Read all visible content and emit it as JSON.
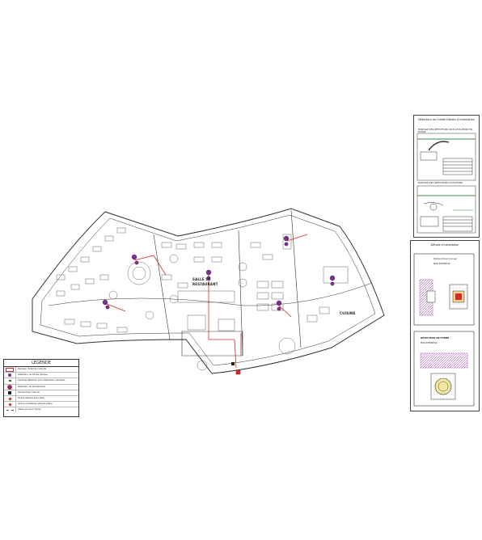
{
  "plan": {
    "room_label_1": "SALLE DE",
    "room_label_2": "RESTAURANT",
    "kitchen_label": "CUISINE"
  },
  "legend": {
    "title": "LEGENDE",
    "items": [
      {
        "icon": "red-rectangle-icon",
        "text": "Panneau d'alarme incendie"
      },
      {
        "icon": "purple-circle-icon",
        "text": "Détecteur de fumée optique"
      },
      {
        "icon": "small-mark-icon",
        "text": "Centrale détection pour détecteurs canalisés"
      },
      {
        "icon": "purple-circle-icon",
        "text": "Détecteur de température"
      },
      {
        "icon": "black-square-icon",
        "text": "Déclencheur manuel"
      },
      {
        "icon": "red-diamond-icon",
        "text": "Sirène optique avec flash"
      },
      {
        "icon": "red-diamond-icon",
        "text": "Sirène acoustique optique sirène"
      },
      {
        "icon": "dashed-line-icon",
        "text": "Câble (en suivi mural)"
      }
    ]
  },
  "panel_top": {
    "title": "Détecteur de fumée Détails d'installation",
    "section1": "MONTAGE DES DÉTECTEURS SOUS LE PLAFOND EN PLÂTRE",
    "section2": "MONTAGE DES DÉTECTEURS AU PLAFOND"
  },
  "panel_bottom": {
    "title": "Détails d'installation",
    "box1_title": "Déclencheur manuel",
    "box1_sub": "MUR INTÉRIEUR",
    "box2_title": "DÉTECTEUR DE FUMÉE",
    "box2_sub": "MUR INTÉRIEUR"
  },
  "colors": {
    "wall": "#333333",
    "detector": "#7a2f8c",
    "cable": "#d62a2a",
    "hatch": "#b35fbf",
    "accent_green": "#3a8f3a"
  }
}
